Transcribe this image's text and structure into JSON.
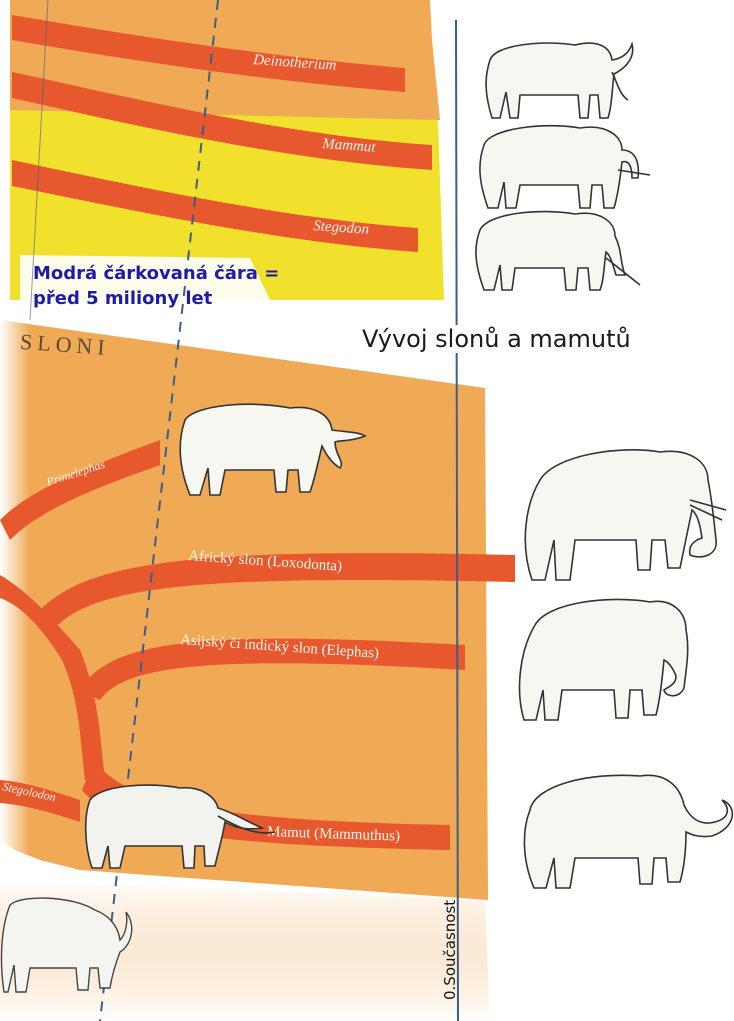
{
  "diagram": {
    "title": "Vývoj slonů a mamutů",
    "note_line1": "Modrá čárkovaná čára =",
    "note_line2": "před 5 miliony let",
    "group_label": "SLONI",
    "present_label": "0.Současnost",
    "branches": {
      "deinotherium": "Deinotherium",
      "mammut": "Mammut",
      "stegodon": "Stegodon",
      "primelephas": "Primelephas",
      "african": "Africký slon (Loxodonta)",
      "asian": "Asijský či indický slon (Elephas)",
      "mamut": "Mamut (Mammuthus)",
      "stegolophodon": "Stegolodon"
    },
    "colors": {
      "band_orange": "#f0a955",
      "band_yellow": "#f1e12c",
      "branch_red": "#e8582e",
      "timeline_blue": "#3a5f8a",
      "note_blue": "#1c1ca8"
    },
    "animals": [
      "deinotherium-icon",
      "mammut-icon",
      "stegodon-icon",
      "primelephas-icon",
      "african-elephant-icon",
      "asian-elephant-icon",
      "mammoth-icon",
      "mamut-small-icon",
      "stegolophodon-icon"
    ]
  }
}
